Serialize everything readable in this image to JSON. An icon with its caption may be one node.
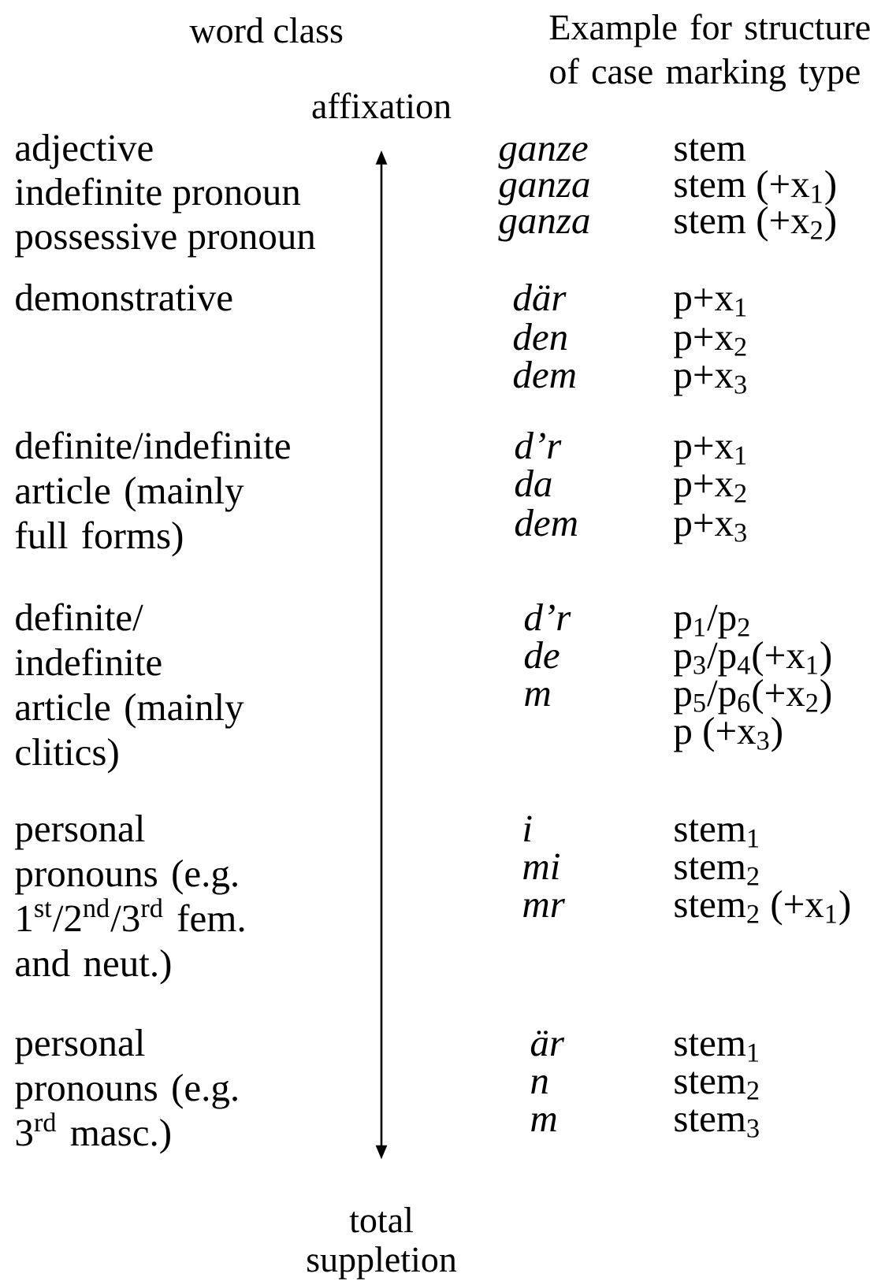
{
  "diagram": {
    "nodes": [
      {
        "text": [
          "affixation"
        ]
      },
      {
        "text": [
          "total suppletion"
        ]
      }
    ],
    "edges": [
      {
        "from": 0,
        "to": 1,
        "arrow": "both"
      }
    ],
    "labels": [
      "word class",
      "Example for structure of case marking type",
      "adjective",
      "ganze",
      "stem",
      "indefinite pronoun",
      "ganza",
      "stem (+x$_{1}$)",
      "possessive pronoun",
      "ganza",
      "stem (+x$_{2}$)",
      "demonstrative",
      "där",
      "p+x$_{1}$",
      "den",
      "p+x$_{2}$",
      "dem",
      "p+x$_{3}$",
      "definite/indefinite article (mainly full forms)",
      "d’r",
      "p+x$_{1}$",
      "da",
      "p+x$_{2}$",
      "dem",
      "p+x$_{3}$",
      "definite/ indefinite article (mainly clitics)",
      "d’r",
      "p$_{1}$/p$_{2}$",
      "de",
      "p$_{3}$/p$_{4}$(+x$_{1}$)",
      "m",
      "p$_{5}$/p$_{6}$(+x$_{2}$)",
      "p (+x$_{3}$)",
      "personal pronouns (e.g. 1$^{st}$/2$^{nd}$/3$^{rd}$ fem. and neut.)",
      "i",
      "stem$_{1}$",
      "mi",
      "stem$_{2}$",
      "mr",
      "stem$_{2}$ (+x$_{1}$)",
      "personal pronouns (e.g. 3$^{rd}$ masc.)",
      "är",
      "stem$_{1}$",
      "n",
      "stem$_{2}$",
      "m",
      "stem$_{3}$"
    ]
  }
}
